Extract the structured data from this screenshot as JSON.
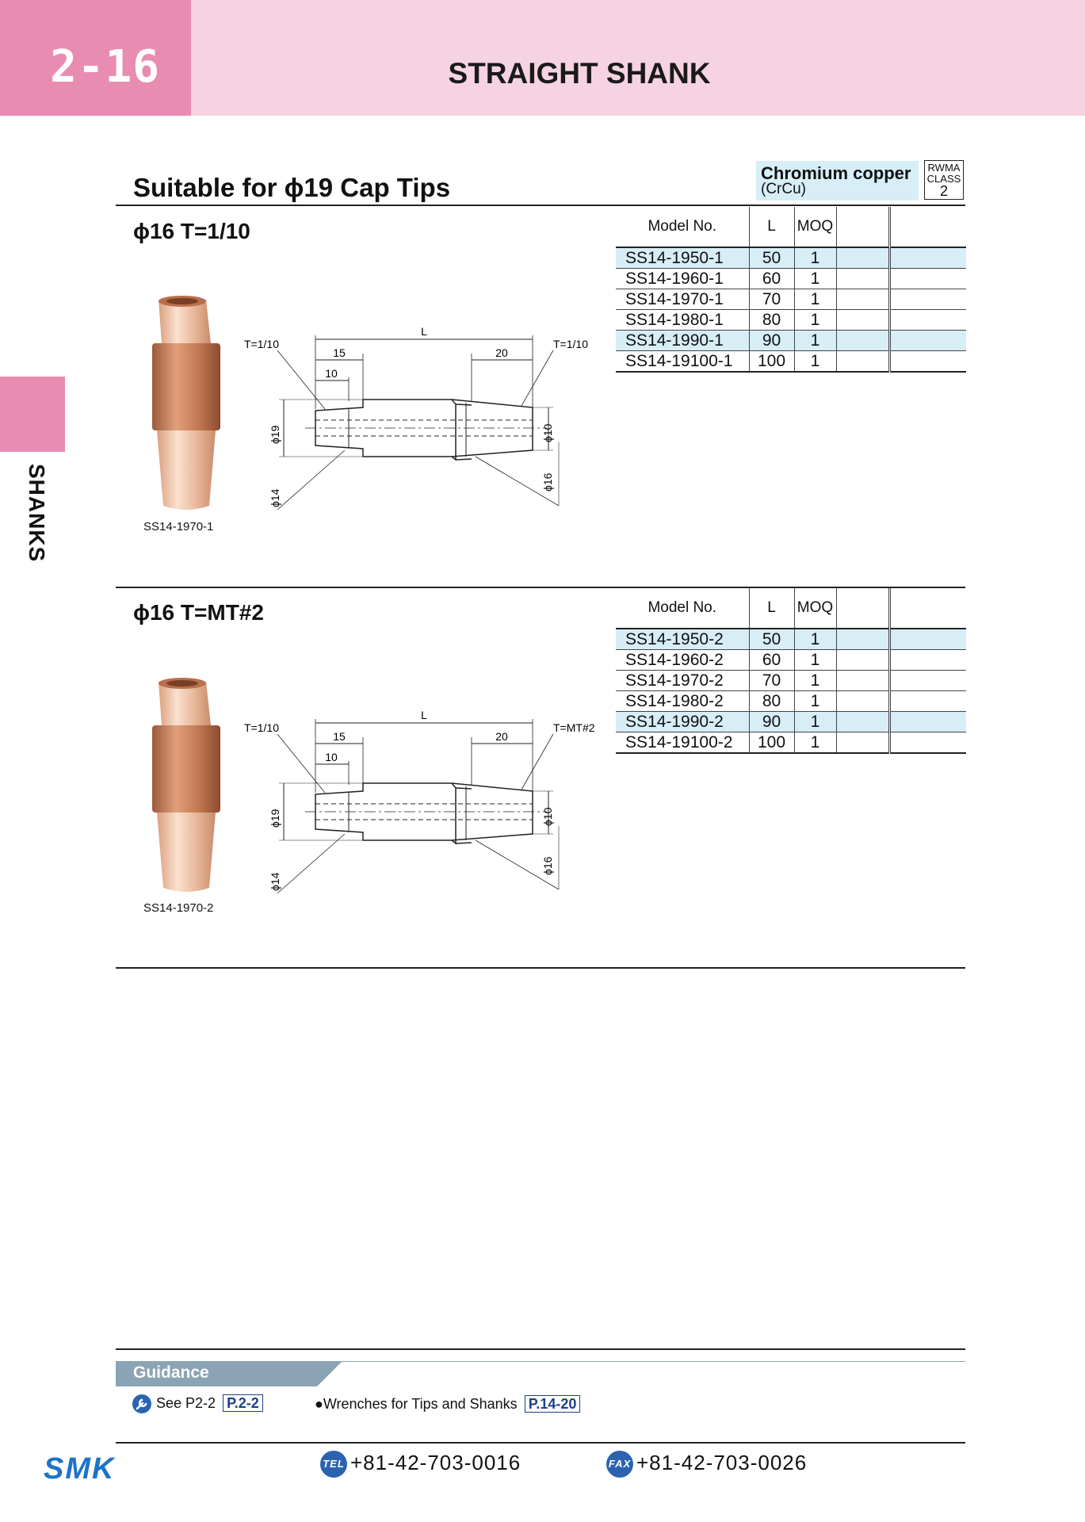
{
  "header": {
    "page_number": "2-16",
    "title": "STRAIGHT SHANK"
  },
  "side_tab": {
    "label": "SHANKS"
  },
  "suitability": {
    "title": "Suitable for ϕ19 Cap Tips"
  },
  "material": {
    "name": "Chromium copper",
    "abbr": "(CrCu)"
  },
  "rwma": {
    "line1": "RWMA",
    "line2": "CLASS",
    "class": "2"
  },
  "table_headers": {
    "model": "Model No.",
    "length": "L",
    "moq": "MOQ"
  },
  "sections": [
    {
      "subtitle": "ϕ16  T=1/10",
      "photo_caption": "SS14-1970-1",
      "drawing": {
        "left_taper": "T=1/10",
        "right_taper": "T=1/10",
        "L": "L",
        "d15": "15",
        "d10": "10",
        "d20": "20",
        "dia19": "ϕ19",
        "dia14": "ϕ14",
        "dia10": "ϕ10",
        "dia16": "ϕ16"
      },
      "rows": [
        {
          "model": "SS14-1950-1",
          "L": "50",
          "moq": "1"
        },
        {
          "model": "SS14-1960-1",
          "L": "60",
          "moq": "1"
        },
        {
          "model": "SS14-1970-1",
          "L": "70",
          "moq": "1"
        },
        {
          "model": "SS14-1980-1",
          "L": "80",
          "moq": "1"
        },
        {
          "model": "SS14-1990-1",
          "L": "90",
          "moq": "1"
        },
        {
          "model": "SS14-19100-1",
          "L": "100",
          "moq": "1"
        }
      ]
    },
    {
      "subtitle": "ϕ16  T=MT#2",
      "photo_caption": "SS14-1970-2",
      "drawing": {
        "left_taper": "T=1/10",
        "right_taper": "T=MT#2",
        "L": "L",
        "d15": "15",
        "d10": "10",
        "d20": "20",
        "dia19": "ϕ19",
        "dia14": "ϕ14",
        "dia10": "ϕ10",
        "dia16": "ϕ16"
      },
      "rows": [
        {
          "model": "SS14-1950-2",
          "L": "50",
          "moq": "1"
        },
        {
          "model": "SS14-1960-2",
          "L": "60",
          "moq": "1"
        },
        {
          "model": "SS14-1970-2",
          "L": "70",
          "moq": "1"
        },
        {
          "model": "SS14-1980-2",
          "L": "80",
          "moq": "1"
        },
        {
          "model": "SS14-1990-2",
          "L": "90",
          "moq": "1"
        },
        {
          "model": "SS14-19100-2",
          "L": "100",
          "moq": "1"
        }
      ]
    }
  ],
  "guidance": {
    "label": "Guidance",
    "ref1_text": "See P2-2",
    "ref1_page": "P.2-2",
    "ref2_text": "●Wrenches for Tips and Shanks",
    "ref2_page": "P.14-20"
  },
  "footer": {
    "logo": "SMK",
    "tel_icon": "TEL",
    "tel": "+81-42-703-0016",
    "fax_icon": "FAX",
    "fax": "+81-42-703-0026"
  },
  "colors": {
    "pink_dark": "#e98cb1",
    "pink_light": "#f6d3e2",
    "table_blue": "#d7eef7",
    "guidance_gray": "#8aa4b6",
    "logo_blue": "#1e73c8",
    "copper": "#c8825c"
  }
}
